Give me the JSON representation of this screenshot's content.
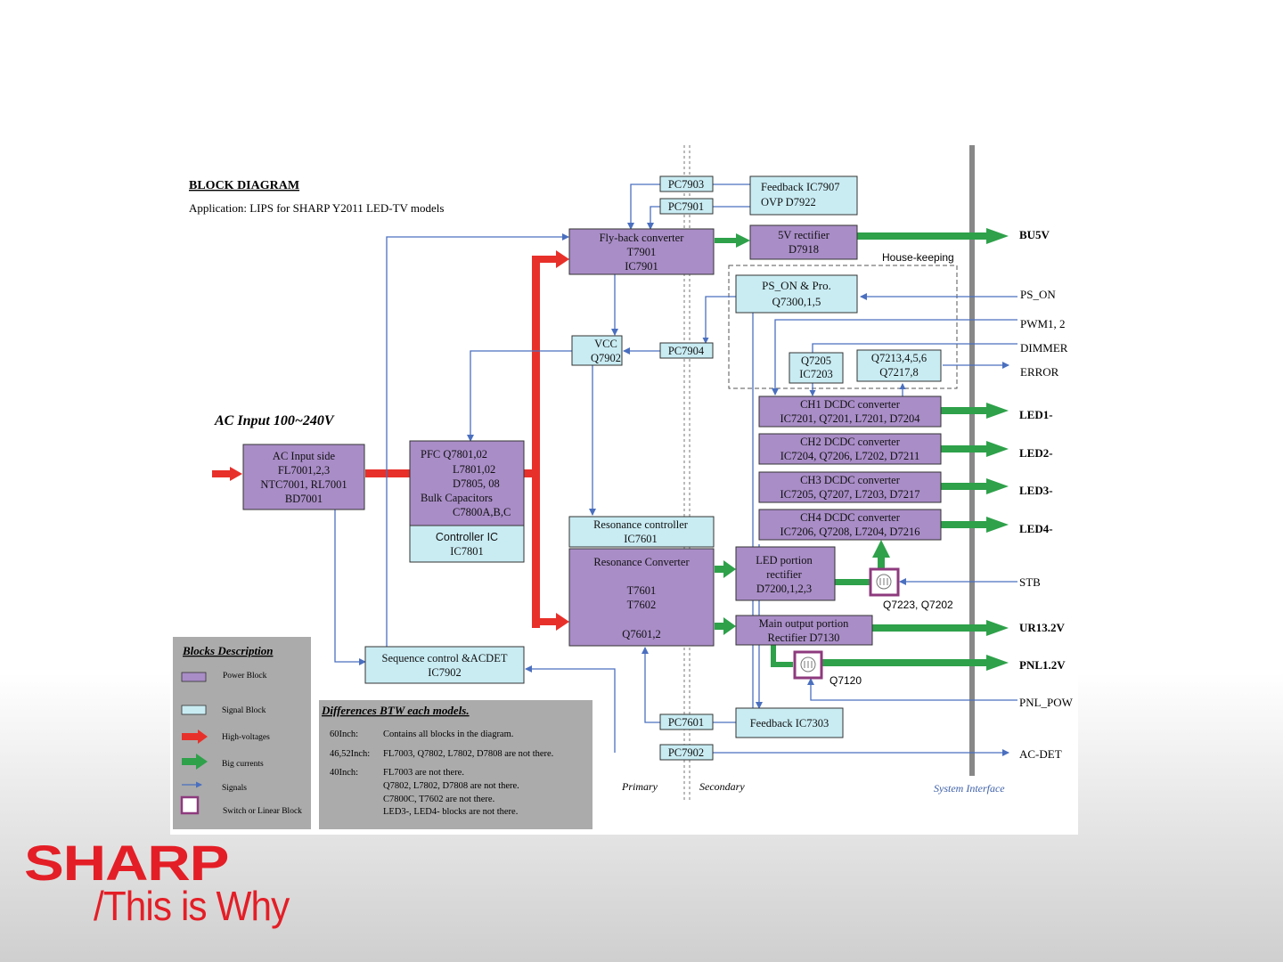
{
  "title": "BLOCK DIAGRAM",
  "application": "Application:  LIPS for SHARP Y2011 LED-TV models",
  "ac_input_label": "AC Input 100~240V",
  "colors": {
    "power_block": "#a98dc7",
    "signal_block": "#c9ecf3",
    "high_voltage": "#e8302a",
    "big_current": "#2ea14a",
    "signal": "#4a6fbf",
    "switch": "#8e3a7e",
    "brand": "#e41e26"
  },
  "blocks": {
    "ac_input": [
      "AC Input side",
      "FL7001,2,3",
      "NTC7001,  RL7001",
      "BD7001"
    ],
    "pfc": [
      "PFC   Q7801,02",
      "L7801,02",
      "D7805,  08",
      "Bulk Capacitors",
      "C7800A,B,C"
    ],
    "controller_ic": [
      "Controller IC",
      "IC7801"
    ],
    "flyback": [
      "Fly-back converter",
      "T7901",
      "IC7901"
    ],
    "vcc": [
      "VCC",
      "Q7902"
    ],
    "rectifier_5v": [
      "5V rectifier",
      "D7918"
    ],
    "feedback_top": [
      "Feedback  IC7907",
      "OVP          D7922"
    ],
    "ps_on": [
      "PS_ON & Pro.",
      "Q7300,1,5"
    ],
    "q7205": [
      "Q7205",
      "IC7203"
    ],
    "q7213": [
      "Q7213,4,5,6",
      "Q7217,8"
    ],
    "ch1": [
      "CH1 DCDC converter",
      "IC7201, Q7201, L7201, D7204"
    ],
    "ch2": [
      "CH2 DCDC converter",
      "IC7204, Q7206, L7202, D7211"
    ],
    "ch3": [
      "CH3 DCDC converter",
      "IC7205, Q7207, L7203, D7217"
    ],
    "ch4": [
      "CH4 DCDC converter",
      "IC7206, Q7208, L7204, D7216"
    ],
    "resonance_controller": [
      "Resonance controller",
      "IC7601"
    ],
    "resonance_converter": [
      "Resonance Converter",
      "T7601",
      "T7602",
      "Q7601,2"
    ],
    "led_rectifier": [
      "LED portion",
      "rectifier",
      "D7200,1,2,3"
    ],
    "main_output": [
      "Main output portion",
      "Rectifier   D7130"
    ],
    "sequence_control": [
      "Sequence control &ACDET",
      "IC7902"
    ],
    "feedback_bottom": [
      "Feedback IC7303"
    ]
  },
  "photocouplers": {
    "pc7903": "PC7903",
    "pc7901": "PC7901",
    "pc7904": "PC7904",
    "pc7601": "PC7601",
    "pc7902": "PC7902"
  },
  "labels": {
    "housekeeping": "House-keeping",
    "q7223": "Q7223,  Q7202",
    "q7120": "Q7120",
    "primary": "Primary",
    "secondary": "Secondary",
    "system_interface": "System Interface"
  },
  "outputs": {
    "bu5v": "BU5V",
    "ps_on": "PS_ON",
    "pwm": "PWM1, 2",
    "dimmer": "DIMMER",
    "error": "ERROR",
    "led1": "LED1-",
    "led2": "LED2-",
    "led3": "LED3-",
    "led4": "LED4-",
    "stb": "STB",
    "ur13": "UR13.2V",
    "pnl12": "PNL1.2V",
    "pnl_pow": "PNL_POW",
    "ac_det": "AC-DET"
  },
  "legend": {
    "title": "Blocks  Description",
    "items": [
      "Power Block",
      "Signal Block",
      "High-voltages",
      "Big currents",
      "Signals",
      "Switch or  Linear Block"
    ]
  },
  "differences": {
    "title": "Differences BTW each models.",
    "rows": [
      {
        "model": "60Inch:",
        "text": "Contains all blocks in the diagram."
      },
      {
        "model": "46,52Inch:",
        "text": "FL7003, Q7802, L7802, D7808  are not there."
      },
      {
        "model": "40Inch:",
        "text": "FL7003 are not there."
      }
    ],
    "extra_lines": [
      "Q7802, L7802, D7808   are not there.",
      "C7800C,  T7602 are not there.",
      "LED3-, LED4- blocks are not there."
    ]
  },
  "brand": {
    "logo": "SHARP",
    "tagline": "/This is Why"
  }
}
